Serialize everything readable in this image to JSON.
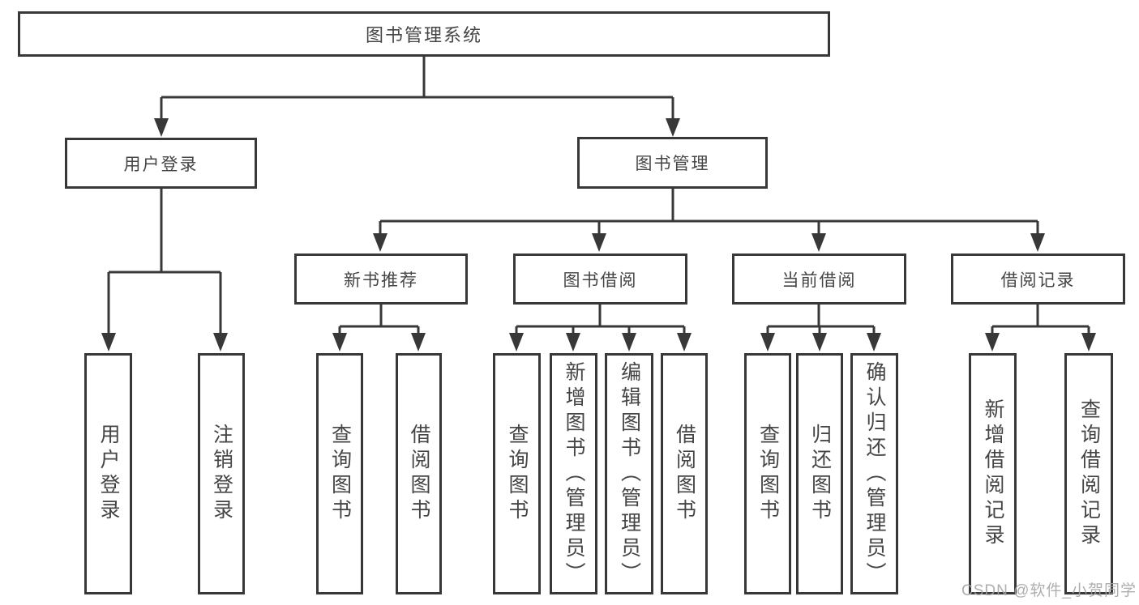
{
  "tree": {
    "label": "图书管理系统",
    "children": [
      {
        "label": "用户登录",
        "children": [
          {
            "label": "用户登录"
          },
          {
            "label": "注销登录"
          }
        ]
      },
      {
        "label": "图书管理",
        "children": [
          {
            "label": "新书推荐",
            "children": [
              {
                "label": "查询图书"
              },
              {
                "label": "借阅图书"
              }
            ]
          },
          {
            "label": "图书借阅",
            "children": [
              {
                "label": "查询图书"
              },
              {
                "label": "新增图书（管理员）"
              },
              {
                "label": "编辑图书（管理员）"
              },
              {
                "label": "借阅图书"
              }
            ]
          },
          {
            "label": "当前借阅",
            "children": [
              {
                "label": "查询图书"
              },
              {
                "label": "归还图书"
              },
              {
                "label": "确认归还（管理员）"
              }
            ]
          },
          {
            "label": "借阅记录",
            "children": [
              {
                "label": "新增借阅记录"
              },
              {
                "label": "查询借阅记录"
              }
            ]
          }
        ]
      }
    ]
  },
  "watermark": {
    "text": "CSDN @软件_小贺同学"
  },
  "colors": {
    "line": "#383838",
    "box_border": "#383838",
    "text": "#454545",
    "watermark": "#a5a5a5",
    "background": "#ffffff"
  }
}
